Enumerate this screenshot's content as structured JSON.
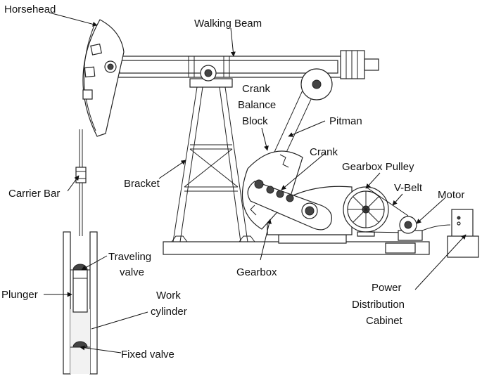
{
  "labels": {
    "horsehead": "Horsehead",
    "walking_beam": "Walking Beam",
    "crank_balance_block_1": "Crank",
    "crank_balance_block_2": "Balance",
    "crank_balance_block_3": "Block",
    "pitman": "Pitman",
    "crank": "Crank",
    "gearbox_pulley": "Gearbox Pulley",
    "bracket": "Bracket",
    "v_belt": "V-Belt",
    "motor": "Motor",
    "carrier_bar": "Carrier Bar",
    "traveling_valve_1": "Traveling",
    "traveling_valve_2": "valve",
    "gearbox": "Gearbox",
    "plunger": "Plunger",
    "work_cylinder_1": "Work",
    "work_cylinder_2": "cylinder",
    "power_cabinet_1": "Power",
    "power_cabinet_2": "Distribution",
    "power_cabinet_3": "Cabinet",
    "fixed_valve": "Fixed valve"
  }
}
